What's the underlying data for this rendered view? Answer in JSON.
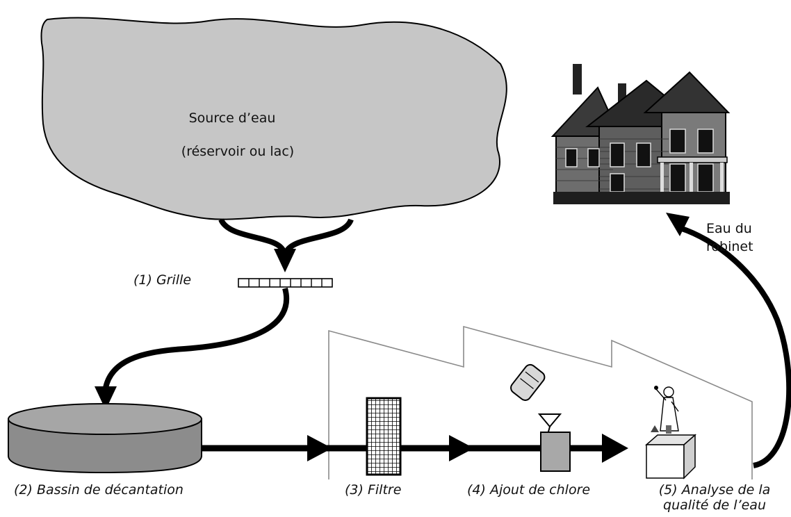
{
  "diagram": {
    "source_title": "Source d’eau",
    "source_subtitle": "(réservoir ou lac)",
    "tap_water_line1": "Eau du",
    "tap_water_line2": "robinet",
    "steps": {
      "grille": "(1) Grille",
      "bassin": "(2) Bassin de décantation",
      "filtre": "(3) Filtre",
      "chlore": "(4) Ajout de chlore",
      "analyse_line1": "(5) Analyse de la",
      "analyse_line2": "qualité de l’eau"
    }
  }
}
